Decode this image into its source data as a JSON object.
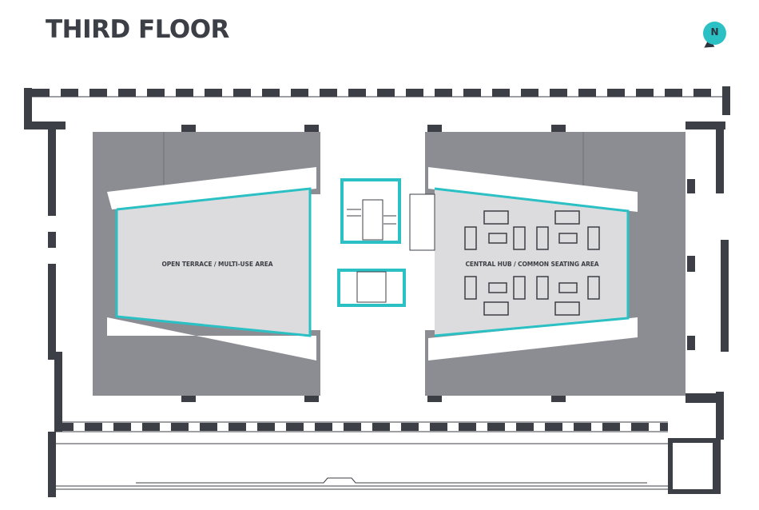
{
  "header": {
    "title": "THIRD FLOOR"
  },
  "compass": {
    "letter": "N",
    "icon": "north-arrow-icon"
  },
  "zones": [
    {
      "id": "open-terrace",
      "label": "OPEN TERRACE / MULTI-USE AREA"
    },
    {
      "id": "central-hub",
      "label": "CENTRAL HUB / COMMON SEATING AREA"
    }
  ],
  "colors": {
    "wall": "#3d3f46",
    "floor_dark": "#8c8d93",
    "floor_light": "#dcdcde",
    "accent": "#2ac0c4",
    "title": "#3d3f46"
  }
}
